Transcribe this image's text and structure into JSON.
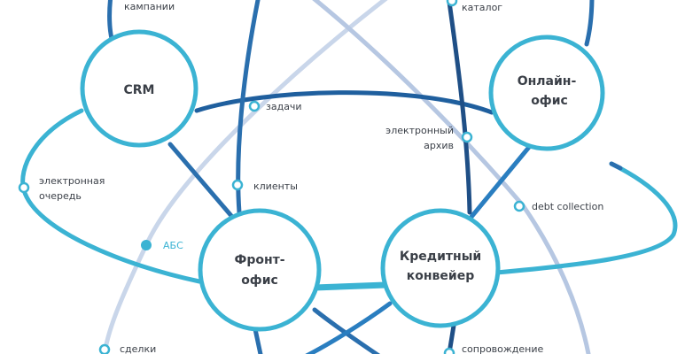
{
  "colors": {
    "light": "#3bb3d3",
    "dark": "#2a6fae",
    "navy": "#1f4f86",
    "pale": "#c9d6ea",
    "paleblue": "#9ab3d8"
  },
  "nodes": {
    "crm": {
      "label": "CRM"
    },
    "online": {
      "line1": "Онлайн-",
      "line2": "офис"
    },
    "front": {
      "line1": "Фронт-",
      "line2": "офис"
    },
    "credit": {
      "line1": "Кредитный",
      "line2": "конвейер"
    }
  },
  "labels": {
    "campaigns": "кампании",
    "catalog": "каталог",
    "tasks": "задачи",
    "archive1": "электронный",
    "archive2": "архив",
    "queue1": "электронная",
    "queue2": "очередь",
    "clients": "клиенты",
    "debt": "debt collection",
    "abs": "АБС",
    "deals": "сделки",
    "support": "сопровождение"
  }
}
